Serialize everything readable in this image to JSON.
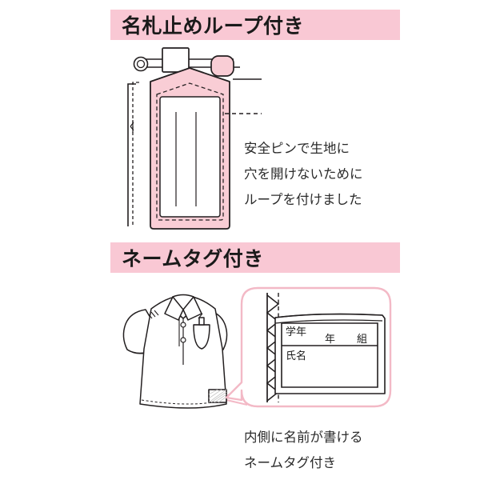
{
  "page": {
    "background": "#ffffff",
    "accent_pink": "#f9c8d4",
    "badge_pink": "#f9cdd5",
    "callout_pink": "#f6c4cf",
    "line_color": "#231f20"
  },
  "sections": [
    {
      "id": "name-loop",
      "header": "名札止めループ付き",
      "body_lines": [
        "安全ピンで生地に",
        "穴を開けないために",
        "ループを付けました"
      ],
      "illustration": "name-badge-holder-with-safety-pin-and-loop"
    },
    {
      "id": "name-tag",
      "header": "ネームタグ付き",
      "body_lines": [
        "内側に名前が書ける",
        "ネームタグ付き"
      ],
      "illustration": "polo-shirt-with-inner-name-tag-callout",
      "tag_fields": {
        "row1_label": "学年",
        "row1_unit_year": "年",
        "row1_unit_class": "組",
        "row2_label": "氏名"
      }
    }
  ]
}
